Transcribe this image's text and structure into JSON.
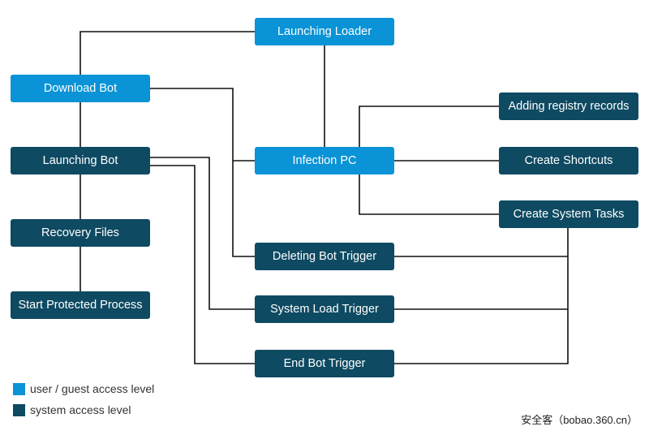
{
  "colors": {
    "user_level": "#0a93d6",
    "system_level": "#0e4a62",
    "connector": "#111111"
  },
  "nodes": {
    "launching_loader": "Launching Loader",
    "download_bot": "Download Bot",
    "launching_bot": "Launching Bot",
    "recovery_files": "Recovery Files",
    "start_protected_process": "Start Protected Process",
    "infection_pc": "Infection PC",
    "adding_registry_records": "Adding registry records",
    "create_shortcuts": "Create Shortcuts",
    "create_system_tasks": "Create System Tasks",
    "deleting_bot_trigger": "Deleting Bot Trigger",
    "system_load_trigger": "System Load Trigger",
    "end_bot_trigger": "End Bot Trigger"
  },
  "legend": {
    "user": "user / guest access level",
    "system": "system access level"
  },
  "watermark": "安全客（bobao.360.cn）"
}
